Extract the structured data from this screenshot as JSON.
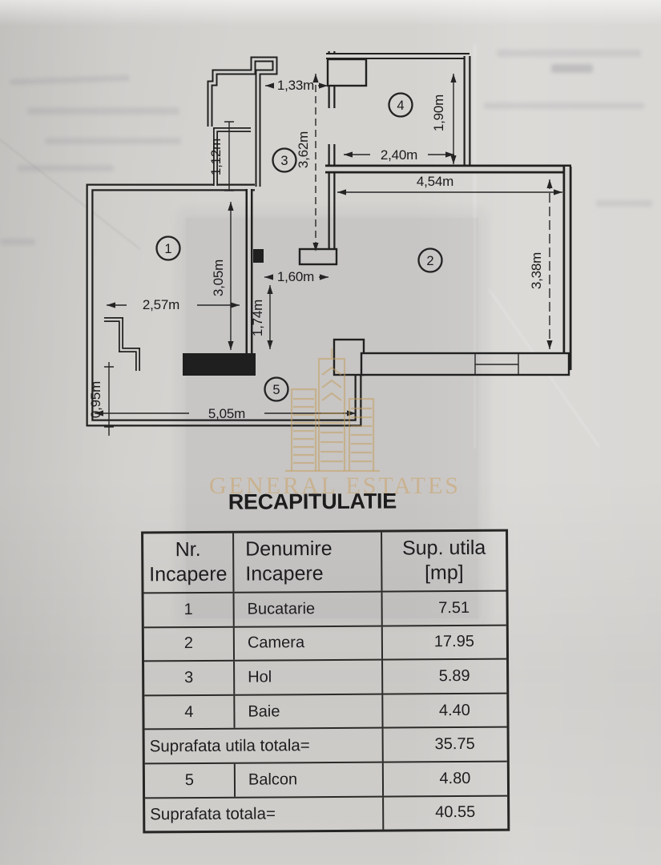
{
  "watermark": {
    "brand": "GENERAL ESTATES"
  },
  "title": "RECAPITULATIE",
  "floor_plan": {
    "rooms": {
      "r1": "1",
      "r2": "2",
      "r3": "3",
      "r4": "4",
      "r5": "5"
    },
    "dims": {
      "d133": "1,33m",
      "d112": "1,12m",
      "d362": "3,62m",
      "d240": "2,40m",
      "d190": "1,90m",
      "d454": "4,54m",
      "d338": "3,38m",
      "d305": "3,05m",
      "d257": "2,57m",
      "d160": "1,60m",
      "d174": "1,74m",
      "d095": "0,95m",
      "d505": "5,05m"
    }
  },
  "table": {
    "headers": {
      "col1_line1": "Nr.",
      "col1_line2": "Incapere",
      "col2_line1": "Denumire",
      "col2_line2": "Incapere",
      "col3_line1": "Sup. utila",
      "col3_line2": "[mp]"
    },
    "rows": [
      {
        "nr": "1",
        "name": "Bucatarie",
        "area": "7.51"
      },
      {
        "nr": "2",
        "name": "Camera",
        "area": "17.95"
      },
      {
        "nr": "3",
        "name": "Hol",
        "area": "5.89"
      },
      {
        "nr": "4",
        "name": "Baie",
        "area": "4.40"
      }
    ],
    "subtotal_label": "Suprafata utila totala=",
    "subtotal_value": "35.75",
    "balcony_row": {
      "nr": "5",
      "name": "Balcon",
      "area": "4.80"
    },
    "total_label": "Suprafata totala=",
    "total_value": "40.55"
  },
  "colors": {
    "ink": "#1f1f1e",
    "paper": "#d5d3d0",
    "watermark_gold": "#c19b5c"
  }
}
